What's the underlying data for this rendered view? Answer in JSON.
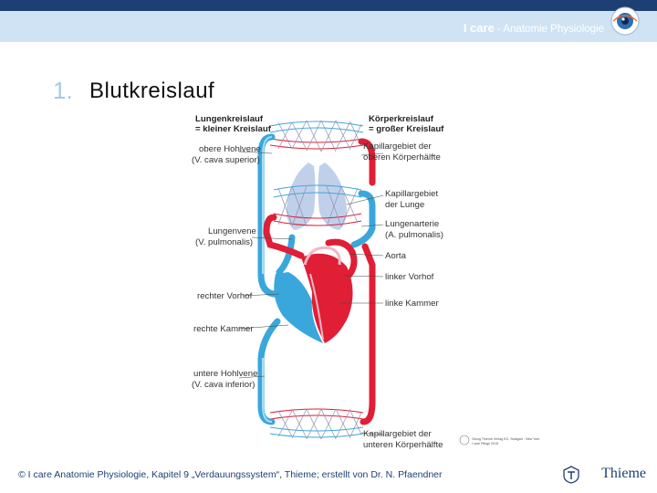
{
  "header": {
    "brand_main": "I care",
    "brand_sub": " - Anatomie Physiologie",
    "logo": "eye-logo-icon"
  },
  "slide": {
    "number": "1.",
    "title": "Blutkreislauf"
  },
  "diagram": {
    "label_lungenkreislauf_1": "Lungenkreislauf",
    "label_lungenkreislauf_2": "= kleiner Kreislauf",
    "label_koerperkreislauf_1": "Körperkreislauf",
    "label_koerperkreislauf_2": "= großer Kreislauf",
    "label_obere_hohlvene_1": "obere Hohlvene",
    "label_obere_hohlvene_2": "(V. cava superior)",
    "label_kap_oben_1": "Kapillargebiet der",
    "label_kap_oben_2": "oberen Körperhälfte",
    "label_kap_lunge_1": "Kapillargebiet",
    "label_kap_lunge_2": "der Lunge",
    "label_lungenvene_1": "Lungenvene",
    "label_lungenvene_2": "(V. pulmonalis)",
    "label_lungenarterie_1": "Lungenarterie",
    "label_lungenarterie_2": "(A. pulmonalis)",
    "label_aorta": "Aorta",
    "label_linker_vorhof": "linker Vorhof",
    "label_rechter_vorhof": "rechter Vorhof",
    "label_linke_kammer": "linke Kammer",
    "label_rechte_kammer": "rechte Kammer",
    "label_untere_hohlvene_1": "untere Hohlvene",
    "label_untere_hohlvene_2": "(V. cava inferior)",
    "label_kap_unten_1": "Kapillargebiet der",
    "label_kap_unten_2": "unteren Körperhälfte",
    "copyright_1": "Georg Thieme Verlag KG, Stuttgart · New York",
    "copyright_2": "I care Pflege 2015",
    "colors": {
      "arterial": "#e01e36",
      "venous": "#3aa7dc",
      "lung": "#b5c8e6"
    }
  },
  "footer": {
    "text": "© I care Anatomie Physiologie, Kapitel 9 „Verdauungssystem“, Thieme; erstellt von Dr. N. Pfaendner",
    "publisher": "Thieme",
    "publisher_icon": "thieme-logo-icon"
  }
}
